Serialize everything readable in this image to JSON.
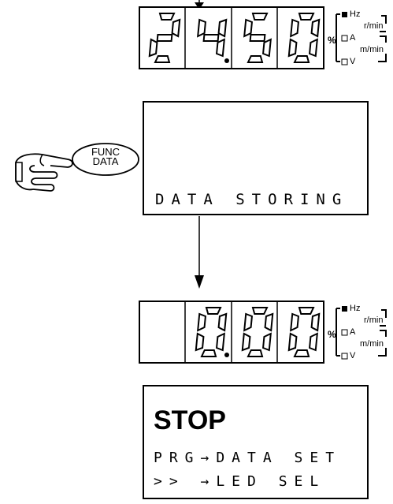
{
  "display_top": {
    "digits": [
      "2",
      "4.",
      "5",
      "0"
    ],
    "lit_unit": "Hz"
  },
  "display_bottom": {
    "digits": [
      "",
      "0.",
      "0",
      "0"
    ],
    "lit_unit": "Hz"
  },
  "units": {
    "hz": "Hz",
    "rmin": "r/min",
    "a": "A",
    "mmin": "m/min",
    "v": "V",
    "percent": "%"
  },
  "key": {
    "line1": "FUNC",
    "line2": "DATA"
  },
  "lcd_storing": {
    "text": "DATA STORING"
  },
  "lcd_stop": {
    "title": "STOP",
    "line1": "PRG→DATA SET",
    "line2": ">> →LED SEL"
  }
}
